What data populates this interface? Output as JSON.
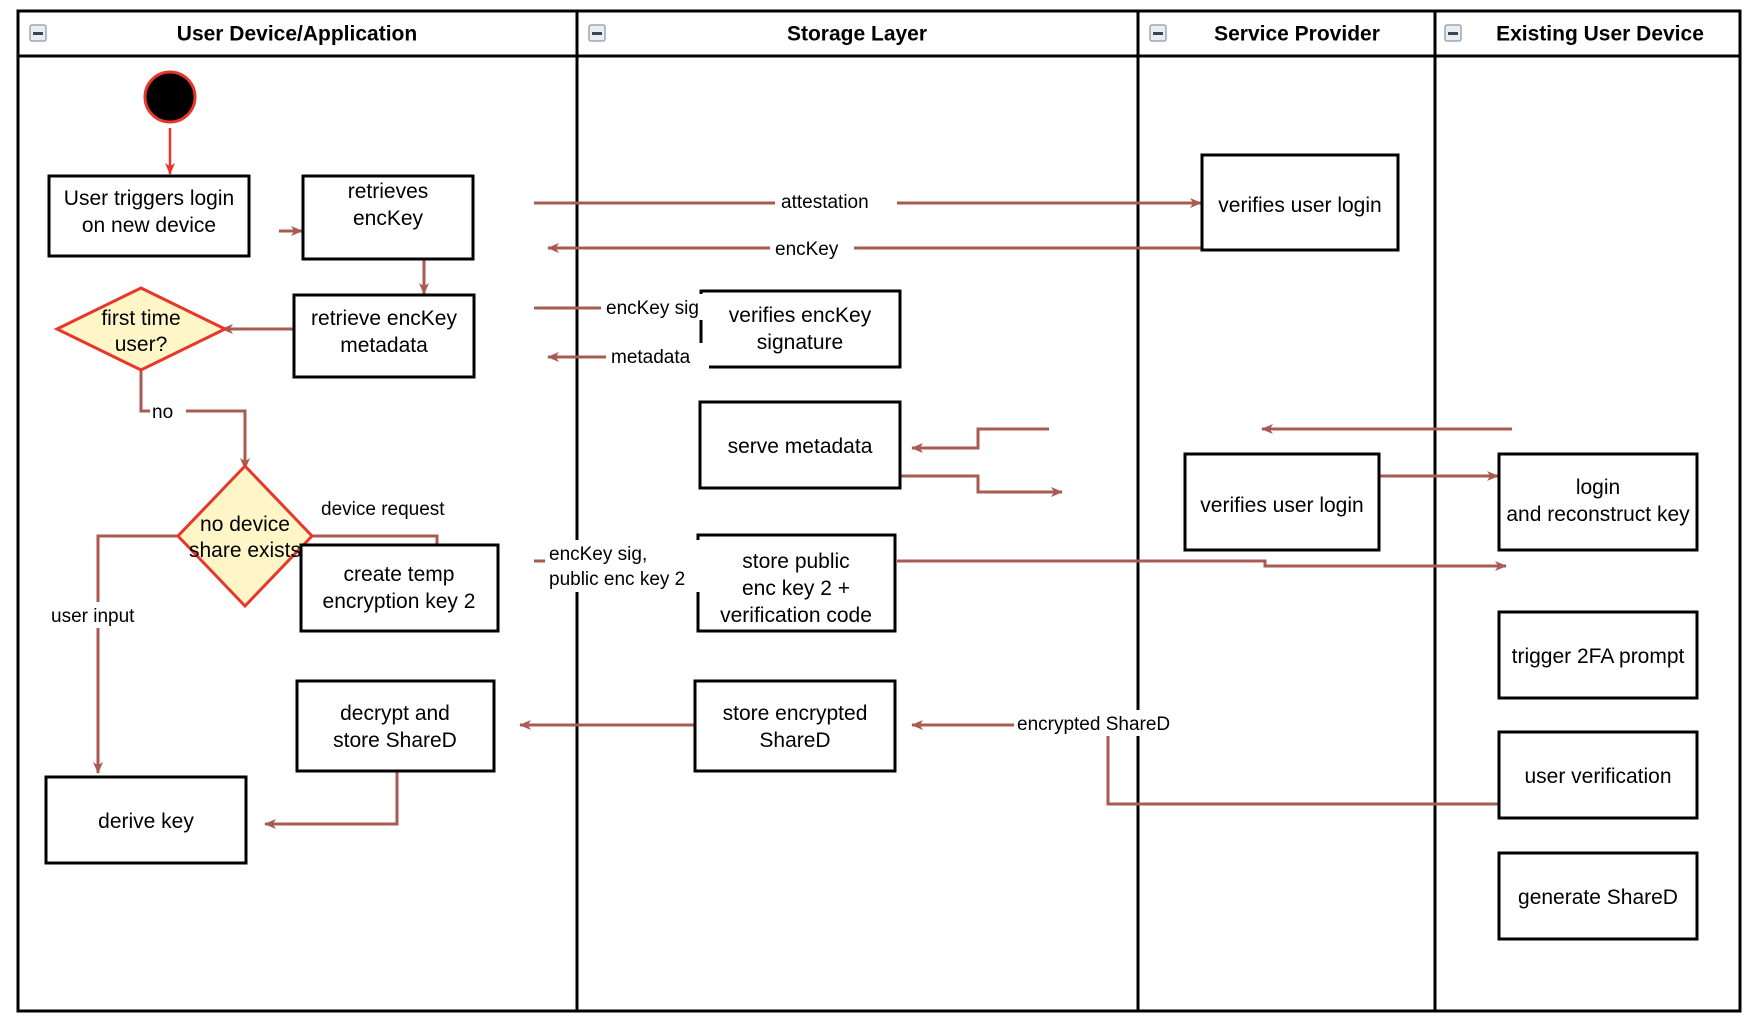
{
  "diagram": {
    "type": "uml-activity-swimlane",
    "title": "Key recovery / login on new device activity diagram",
    "colors": {
      "lane_border": "#000000",
      "node_border": "#000000",
      "node_fill": "#ffffff",
      "decision_border": "#e8372a",
      "decision_fill": "#fff6c8",
      "flow_line": "#a85b52",
      "start_node_fill": "#000000",
      "start_node_border": "#e8372a",
      "collapse_icon_fill": "#e9eef4",
      "background": "#ffffff"
    },
    "lanes": [
      {
        "id": "lane-user-device",
        "label": "User Device/Application",
        "collapse_icon": "minus-square-icon"
      },
      {
        "id": "lane-storage",
        "label": "Storage Layer",
        "collapse_icon": "minus-square-icon"
      },
      {
        "id": "lane-service-provider",
        "label": "Service Provider",
        "collapse_icon": "minus-square-icon"
      },
      {
        "id": "lane-existing-device",
        "label": "Existing User Device",
        "collapse_icon": "minus-square-icon"
      }
    ],
    "nodes": [
      {
        "id": "start",
        "lane": "lane-user-device",
        "shape": "initial-node",
        "label": ""
      },
      {
        "id": "user-triggers-login",
        "lane": "lane-user-device",
        "shape": "activity",
        "label": [
          "User triggers login",
          "on new device"
        ]
      },
      {
        "id": "retrieves-enckey",
        "lane": "lane-user-device",
        "shape": "activity",
        "label": [
          "retrieves",
          "encKey"
        ]
      },
      {
        "id": "retrieve-enckey-metadata",
        "lane": "lane-user-device",
        "shape": "activity",
        "label": [
          "retrieve encKey",
          "metadata"
        ]
      },
      {
        "id": "first-time-user",
        "lane": "lane-user-device",
        "shape": "decision",
        "label": [
          "first time",
          "user?"
        ]
      },
      {
        "id": "no-device-share-exists",
        "lane": "lane-user-device",
        "shape": "decision",
        "label": [
          "no device",
          "share exists"
        ]
      },
      {
        "id": "create-temp-encryption-key-2",
        "lane": "lane-user-device",
        "shape": "activity",
        "label": [
          "create temp",
          "encryption key 2"
        ]
      },
      {
        "id": "decrypt-and-store-shared",
        "lane": "lane-user-device",
        "shape": "activity",
        "label": [
          "decrypt and",
          "store ShareD"
        ]
      },
      {
        "id": "derive-key",
        "lane": "lane-user-device",
        "shape": "activity",
        "label": [
          "derive key"
        ]
      },
      {
        "id": "verifies-enckey-signature",
        "lane": "lane-storage",
        "shape": "activity",
        "label": [
          "verifies encKey",
          "signature"
        ]
      },
      {
        "id": "serve-metadata",
        "lane": "lane-storage",
        "shape": "activity",
        "label": [
          "serve metadata"
        ]
      },
      {
        "id": "store-public-enc-key-2",
        "lane": "lane-storage",
        "shape": "activity",
        "label": [
          "store public",
          "enc key 2 +",
          "verification code"
        ]
      },
      {
        "id": "store-encrypted-shared",
        "lane": "lane-storage",
        "shape": "activity",
        "label": [
          "store encrypted",
          "ShareD"
        ]
      },
      {
        "id": "verifies-user-login-top",
        "lane": "lane-service-provider",
        "shape": "activity",
        "label": [
          "verifies user login"
        ]
      },
      {
        "id": "verifies-user-login-mid",
        "lane": "lane-service-provider",
        "shape": "activity",
        "label": [
          "verifies user login"
        ]
      },
      {
        "id": "login-and-reconstruct-key",
        "lane": "lane-existing-device",
        "shape": "activity",
        "label": [
          "login",
          "and reconstruct key"
        ]
      },
      {
        "id": "trigger-2fa-prompt",
        "lane": "lane-existing-device",
        "shape": "activity",
        "label": [
          "trigger 2FA prompt"
        ]
      },
      {
        "id": "user-verification",
        "lane": "lane-existing-device",
        "shape": "activity",
        "label": [
          "user verification"
        ]
      },
      {
        "id": "generate-shared",
        "lane": "lane-existing-device",
        "shape": "activity",
        "label": [
          "generate ShareD"
        ]
      }
    ],
    "edge_labels": [
      {
        "id": "edge-attestation",
        "text": "attestation"
      },
      {
        "id": "edge-enckey",
        "text": "encKey"
      },
      {
        "id": "edge-enckey-sig",
        "text": "encKey sig"
      },
      {
        "id": "edge-metadata",
        "text": "metadata"
      },
      {
        "id": "edge-no",
        "text": "no"
      },
      {
        "id": "edge-device-request",
        "text": "device request"
      },
      {
        "id": "edge-user-input",
        "text": "user input"
      },
      {
        "id": "edge-enckey-sig-pubkey-line1",
        "text": "encKey sig,"
      },
      {
        "id": "edge-enckey-sig-pubkey-line2",
        "text": "public enc key 2"
      },
      {
        "id": "edge-encrypted-shared",
        "text": "encrypted ShareD"
      }
    ]
  }
}
